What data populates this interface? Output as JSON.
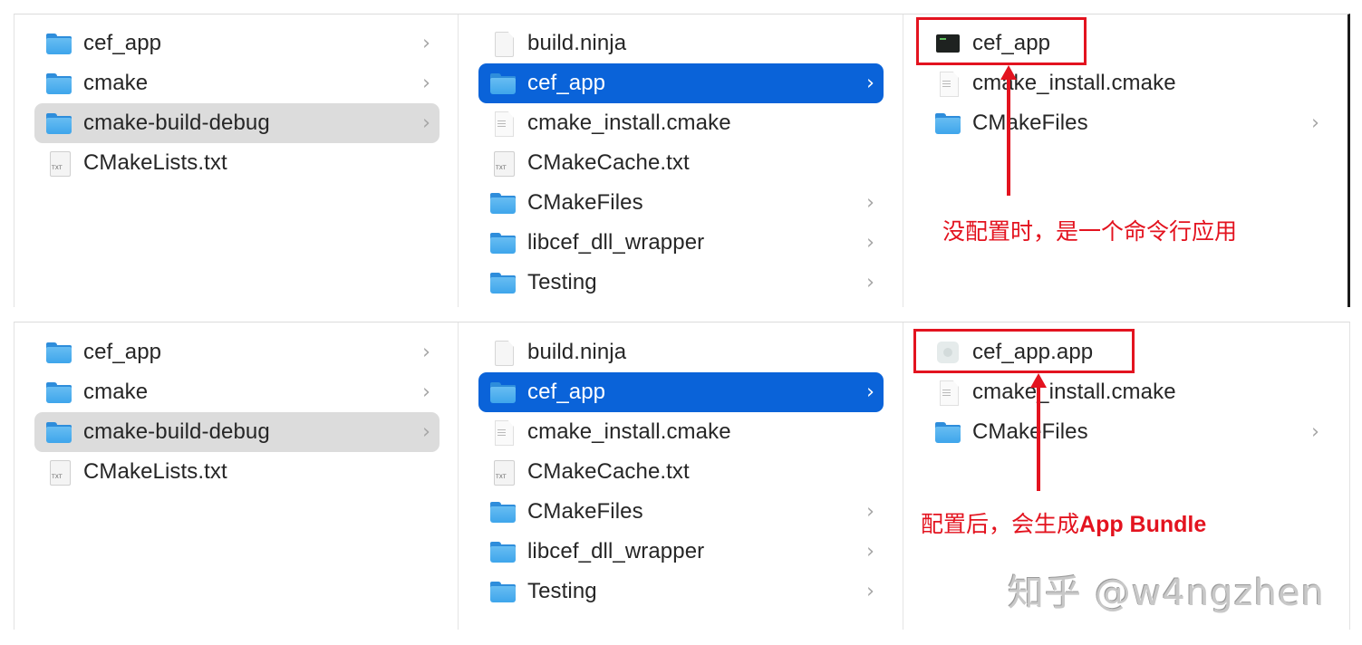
{
  "top_panel": {
    "column1": [
      {
        "name": "cef_app",
        "icon": "folder-icon",
        "has_chevron": true,
        "selected": false
      },
      {
        "name": "cmake",
        "icon": "folder-icon",
        "has_chevron": true,
        "selected": false
      },
      {
        "name": "cmake-build-debug",
        "icon": "folder-icon",
        "has_chevron": true,
        "selected": "inactive"
      },
      {
        "name": "CMakeLists.txt",
        "icon": "txt-file-icon",
        "has_chevron": false,
        "selected": false
      }
    ],
    "column2": [
      {
        "name": "build.ninja",
        "icon": "document-icon",
        "has_chevron": false,
        "selected": false
      },
      {
        "name": "cef_app",
        "icon": "folder-icon",
        "has_chevron": true,
        "selected": "active"
      },
      {
        "name": "cmake_install.cmake",
        "icon": "text-file-icon",
        "has_chevron": false,
        "selected": false
      },
      {
        "name": "CMakeCache.txt",
        "icon": "txt-file-icon",
        "has_chevron": false,
        "selected": false
      },
      {
        "name": "CMakeFiles",
        "icon": "folder-icon",
        "has_chevron": true,
        "selected": false
      },
      {
        "name": "libcef_dll_wrapper",
        "icon": "folder-icon",
        "has_chevron": true,
        "selected": false
      },
      {
        "name": "Testing",
        "icon": "folder-icon",
        "has_chevron": true,
        "selected": false
      }
    ],
    "column3": [
      {
        "name": "cef_app",
        "icon": "unix-executable-icon",
        "has_chevron": false,
        "selected": false
      },
      {
        "name": "cmake_install.cmake",
        "icon": "text-file-icon",
        "has_chevron": false,
        "selected": false
      },
      {
        "name": "CMakeFiles",
        "icon": "folder-icon",
        "has_chevron": true,
        "selected": false
      }
    ],
    "annotation": "没配置时，是一个命令行应用"
  },
  "bottom_panel": {
    "column1": [
      {
        "name": "cef_app",
        "icon": "folder-icon",
        "has_chevron": true,
        "selected": false
      },
      {
        "name": "cmake",
        "icon": "folder-icon",
        "has_chevron": true,
        "selected": false
      },
      {
        "name": "cmake-build-debug",
        "icon": "folder-icon",
        "has_chevron": true,
        "selected": "inactive"
      },
      {
        "name": "CMakeLists.txt",
        "icon": "txt-file-icon",
        "has_chevron": false,
        "selected": false
      }
    ],
    "column2": [
      {
        "name": "build.ninja",
        "icon": "document-icon",
        "has_chevron": false,
        "selected": false
      },
      {
        "name": "cef_app",
        "icon": "folder-icon",
        "has_chevron": true,
        "selected": "active"
      },
      {
        "name": "cmake_install.cmake",
        "icon": "text-file-icon",
        "has_chevron": false,
        "selected": false
      },
      {
        "name": "CMakeCache.txt",
        "icon": "txt-file-icon",
        "has_chevron": false,
        "selected": false
      },
      {
        "name": "CMakeFiles",
        "icon": "folder-icon",
        "has_chevron": true,
        "selected": false
      },
      {
        "name": "libcef_dll_wrapper",
        "icon": "folder-icon",
        "has_chevron": true,
        "selected": false
      },
      {
        "name": "Testing",
        "icon": "folder-icon",
        "has_chevron": true,
        "selected": false
      }
    ],
    "column3": [
      {
        "name": "cef_app.app",
        "icon": "app-bundle-icon",
        "has_chevron": false,
        "selected": false
      },
      {
        "name": "cmake_install.cmake",
        "icon": "text-file-icon",
        "has_chevron": false,
        "selected": false
      },
      {
        "name": "CMakeFiles",
        "icon": "folder-icon",
        "has_chevron": true,
        "selected": false
      }
    ],
    "annotation_prefix": "配置后，会生成",
    "annotation_bold": "App Bundle"
  },
  "chevron_glyph": "›",
  "watermark": "知乎 @w4ngzhen",
  "colors": {
    "selection_active": "#0a63d9",
    "selection_inactive": "#dcdcdc",
    "annotation_red": "#e3131f",
    "text": "#262626"
  }
}
